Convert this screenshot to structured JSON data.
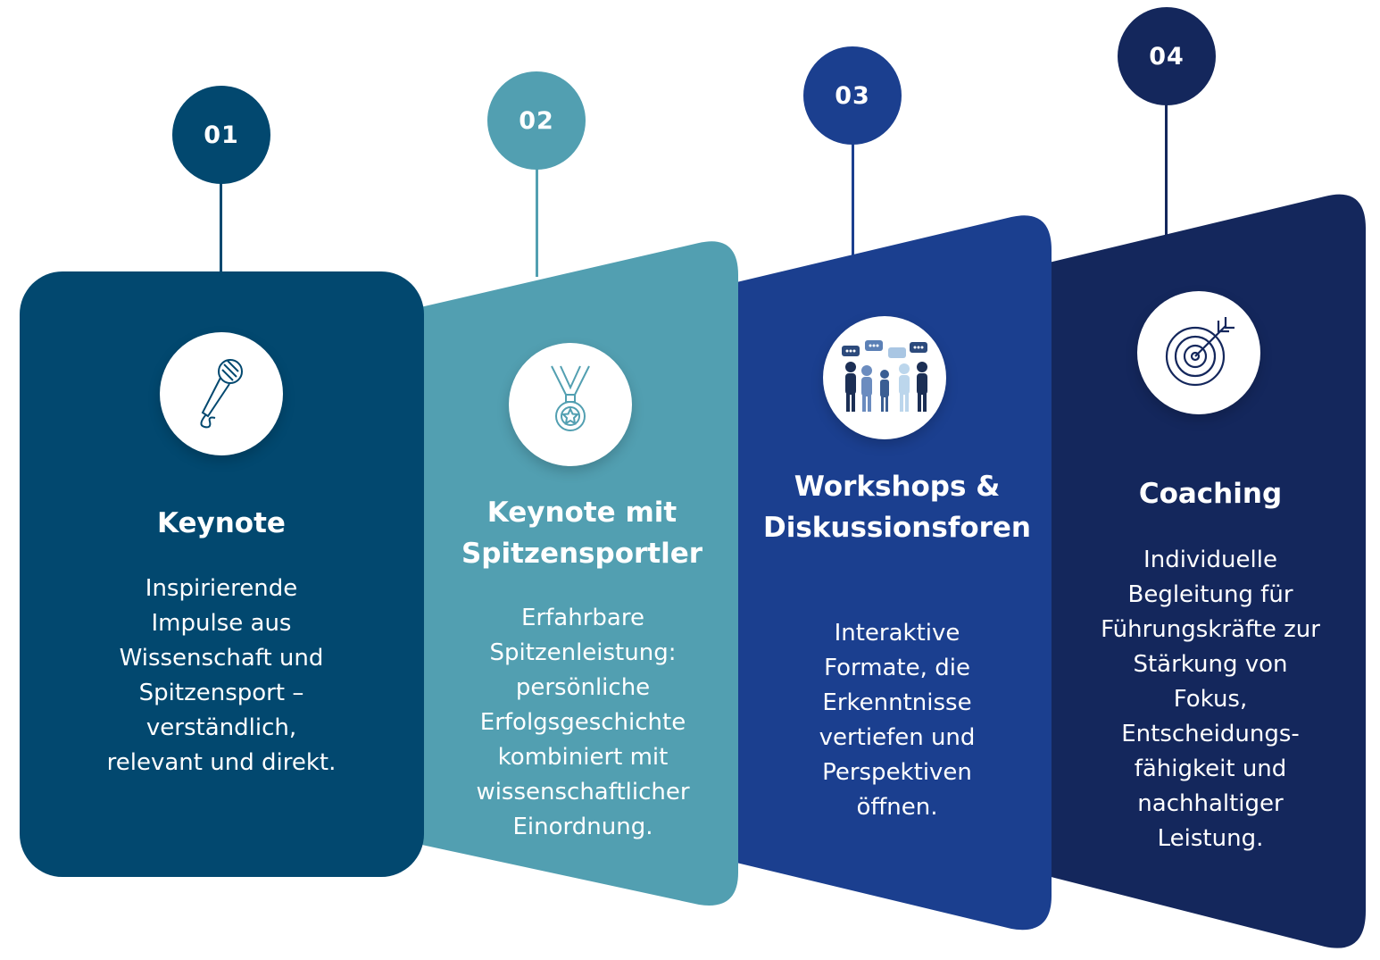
{
  "colors": {
    "step1": "#02486f",
    "step2": "#529fb1",
    "step3": "#1b3f8f",
    "step4": "#14275c"
  },
  "steps": [
    {
      "number": "01",
      "icon": "microphone-icon",
      "title": "Keynote",
      "description": "Inspirierende\nImpulse aus\nWissenschaft und\nSpitzensport –\nverständlich,\nrelevant und direkt."
    },
    {
      "number": "02",
      "icon": "medal-icon",
      "title": "Keynote mit Spitzensportler",
      "description": "Erfahrbare\nSpitzenleistung:\npersönliche\nErfolgsgeschichte\nkombiniert mit\nwissenschaftlicher\nEinordnung."
    },
    {
      "number": "03",
      "icon": "discussion-group-icon",
      "title": "Workshops & Diskussionsforen",
      "description": "Interaktive\nFormate, die\nErkenntnisse\nvertiefen und\nPerspektiven\nöffnen."
    },
    {
      "number": "04",
      "icon": "target-icon",
      "title": "Coaching",
      "description": "Individuelle\nBegleitung für\nFührungskräfte zur\nStärkung von\nFokus,\nEntscheidungs-\nfähigkeit und\nnachhaltiger\nLeistung."
    }
  ]
}
